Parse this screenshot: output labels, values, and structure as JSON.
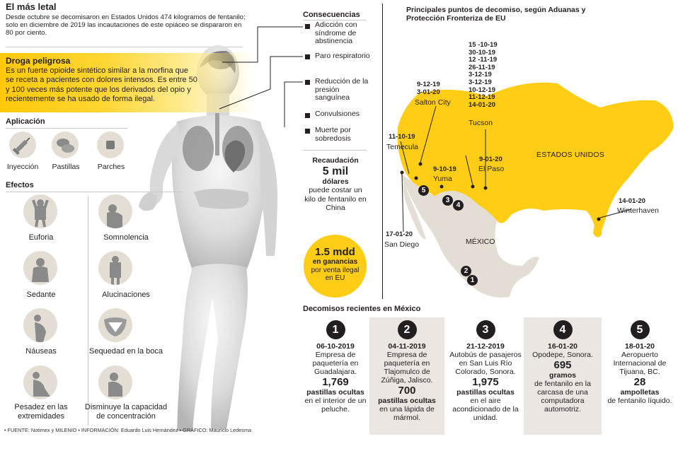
{
  "header": {
    "title": "El más letal",
    "intro": "Desde octubre se decomisaron en Estados Unidos 474 kilogramos de fentanilo; solo en diciembre de 2019 las incautaciones de este opiáceo se dispararon en 80 por ciento."
  },
  "droga": {
    "title": "Droga peligrosa",
    "text": "Es un fuerte opioide sintético similar a la morfina que se receta a pacientes con dolores intensos. Es entre 50 y 100 veces más potente que los derivados del opio y recientemente se ha usado de forma ilegal."
  },
  "aplicacion": {
    "title": "Aplicación",
    "items": [
      {
        "label": "Inyección",
        "icon": "syringe-icon"
      },
      {
        "label": "Pastillas",
        "icon": "pills-icon"
      },
      {
        "label": "Parches",
        "icon": "patch-icon"
      }
    ]
  },
  "efectos": {
    "title": "Efectos",
    "items": [
      {
        "label": "Euforia",
        "icon": "euphoria-icon"
      },
      {
        "label": "Somnolencia",
        "icon": "drowsiness-icon"
      },
      {
        "label": "Sedante",
        "icon": "sedative-icon"
      },
      {
        "label": "Alucinaciones",
        "icon": "hallucinations-icon"
      },
      {
        "label": "Náuseas",
        "icon": "nausea-icon"
      },
      {
        "label": "Sequedad en la boca",
        "icon": "dry-mouth-icon"
      },
      {
        "label": "Pesadez en las extremidades",
        "icon": "heaviness-icon"
      },
      {
        "label": "Disminuye la capacidad de concentración",
        "icon": "concentration-icon"
      }
    ]
  },
  "consecuencias": {
    "title": "Consecuencias",
    "items": [
      "Adicción con síndrome de abstinencia",
      "Paro respiratorio",
      "Reducción de la presión sanguínea",
      "Convulsiones",
      "Muerte por sobredosis"
    ]
  },
  "recaudacion": {
    "title": "Recaudación",
    "amount": "5 mil",
    "unit": "dólares",
    "text": "puede costar un kilo de fentanilo en China"
  },
  "ganancias": {
    "amount": "1.5 mdd",
    "line1": "en ganancias",
    "line2": "por venta ilegal en EU"
  },
  "map": {
    "title": "Principales puntos de decomiso, según Aduanas y Protección Fronteriza de EU",
    "country_us": "ESTADOS UNIDOS",
    "country_mx": "MÉXICO",
    "us_color": "#ffcd15",
    "mx_color": "#e4ddd4",
    "points": [
      {
        "dates": [
          "15 -10-19",
          "30-10-19",
          "12 -11-19",
          "26-11-19",
          "3-12-19",
          "3-12-19",
          "10-12-19",
          "11-12-19",
          "14-01-20"
        ],
        "city": "Tucson"
      },
      {
        "dates": [
          "9-12-19",
          "3-01-20"
        ],
        "city": "Salton City"
      },
      {
        "dates": [
          "11-10-19"
        ],
        "city": "Temecula"
      },
      {
        "dates": [
          "9-10-19"
        ],
        "city": "Yuma"
      },
      {
        "dates": [
          "9-01-20"
        ],
        "city": "El Paso"
      },
      {
        "dates": [
          "14-01-20"
        ],
        "city": "Winterhaven"
      },
      {
        "dates": [
          "17-01-20"
        ],
        "city": "San Diego"
      }
    ],
    "markers": [
      "1",
      "2",
      "3",
      "4",
      "5"
    ]
  },
  "decomisos": {
    "title": "Decomisos recientes en México",
    "items": [
      {
        "num": "1",
        "date": "06-10-2019",
        "desc": "Empresa de paquetería en Guadalajara.",
        "qty": "1,769",
        "unit": "pastillas ocultas",
        "where": "en el interior de un peluche."
      },
      {
        "num": "2",
        "date": "04-11-2019",
        "desc": "Empresa de paquetería en Tlajomulco de Zúñiga, Jalisco.",
        "qty": "700",
        "unit": "pastillas ocultas",
        "where": "en una lápida de mármol."
      },
      {
        "num": "3",
        "date": "21-12-2019",
        "desc": "Autobús de pasajeros en San Luis Río Colorado, Sonora.",
        "qty": "1,975",
        "unit": "pastillas ocultas",
        "where": "en el aire acondicionado de la unidad."
      },
      {
        "num": "4",
        "date": "16-01-20",
        "desc": "Opodepe, Sonora.",
        "qty": "695",
        "unit": "gramos",
        "where": "de fentanilo en la carcasa de una computadora automotriz."
      },
      {
        "num": "5",
        "date": "18-01-20",
        "desc": "Aeropuerto Internacional de Tijuana, BC.",
        "qty": "28",
        "unit": "ampolletas",
        "where": "de fentanilo líquido."
      }
    ]
  },
  "footer": "• FUENTE: Notimex y MILENIO • INFORMACIÓN: Eduardo Luis Hernández • GRÁFICO: Mauricio Ledesma"
}
